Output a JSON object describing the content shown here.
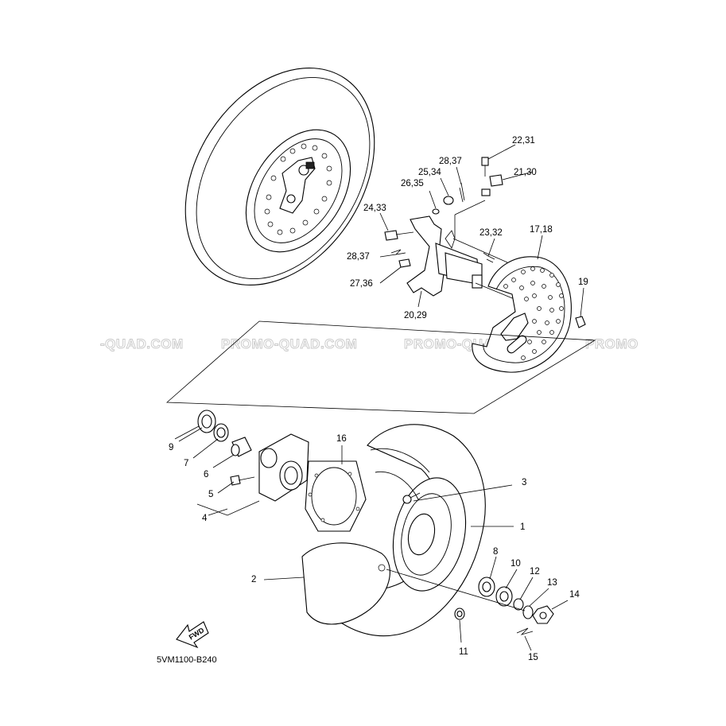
{
  "watermark": {
    "segments": [
      "-QUAD.COM",
      "PROMO-QUAD.COM",
      "PROMO-QUAD.COM",
      "PROMO"
    ]
  },
  "drawing_code": "5VM1100-B240",
  "fwd_arrow_text": "FWD",
  "callouts": {
    "c1": "1",
    "c2": "2",
    "c3": "3",
    "c4": "4",
    "c5": "5",
    "c6": "6",
    "c7": "7",
    "c8": "8",
    "c9": "9",
    "c10": "10",
    "c11": "11",
    "c12": "12",
    "c13": "13",
    "c14": "14",
    "c15": "15",
    "c16": "16",
    "c17_18": "17,18",
    "c19": "19",
    "c20_29": "20,29",
    "c21_30": "21,30",
    "c22_31": "22,31",
    "c23_32": "23,32",
    "c24_33": "24,33",
    "c25_34": "25,34",
    "c26_35": "26,35",
    "c27_36": "27,36",
    "c28_37_top": "28,37",
    "c28_37_left": "28,37"
  }
}
